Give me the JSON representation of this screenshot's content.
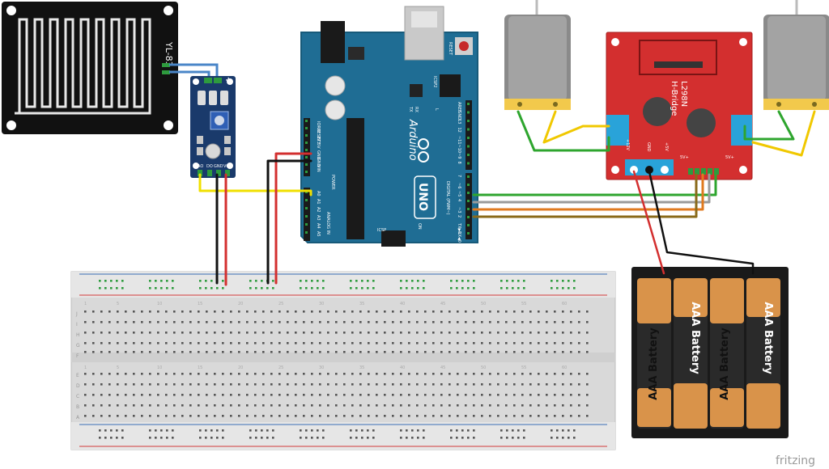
{
  "sensor_plate": {
    "label": "YL-83"
  },
  "sensor_module": {
    "pin_minus": "-",
    "pin_plus": "+",
    "pins": [
      "AO",
      "DO",
      "GND",
      "VCC"
    ]
  },
  "arduino": {
    "model": "Arduino",
    "brand_label": "UNO",
    "reset_label": "RESET",
    "icsp2_label": "ICSP2",
    "icsp_label": "ICSP",
    "tx_label": "TX",
    "rx_label": "RX",
    "l_label": "L",
    "on_label": "ON",
    "power_header": [
      "IOREF",
      "RESET",
      "3V3",
      "5V",
      "GND",
      "GND",
      "VIN"
    ],
    "power_group_label": "POWER",
    "analog_header": [
      "A0",
      "A1",
      "A2",
      "A3",
      "A4",
      "A5"
    ],
    "analog_group_label": "ANALOG IN",
    "digital_top": [
      "AREF",
      "GND",
      "13",
      "12",
      "~11",
      "~10",
      "~9",
      "8"
    ],
    "digital_bottom": [
      "7",
      "~6",
      "~5",
      "4",
      "~3",
      "2",
      "TX▶1",
      "RX◀0"
    ],
    "digital_group_label": "DIGITAL (PWM~)"
  },
  "driver": {
    "chip": "L298N",
    "name": "H-Bridge",
    "power_pins": [
      "+12V",
      "GND",
      "+5V"
    ],
    "enable_a": "5V+",
    "enable_b": "5V+"
  },
  "battery": {
    "cells": [
      "AAA Battery",
      "AAA Battery",
      "AAA Battery",
      "AAA Battery"
    ]
  },
  "breadboard": {
    "row_letters_top": [
      "J",
      "I",
      "H",
      "G",
      "F"
    ],
    "row_letters_bottom": [
      "E",
      "D",
      "C",
      "B",
      "A"
    ],
    "column_numbers": [
      "1",
      "5",
      "10",
      "15",
      "20",
      "25",
      "30",
      "35",
      "40",
      "45",
      "50",
      "55",
      "60"
    ]
  },
  "watermark": "fritzing"
}
